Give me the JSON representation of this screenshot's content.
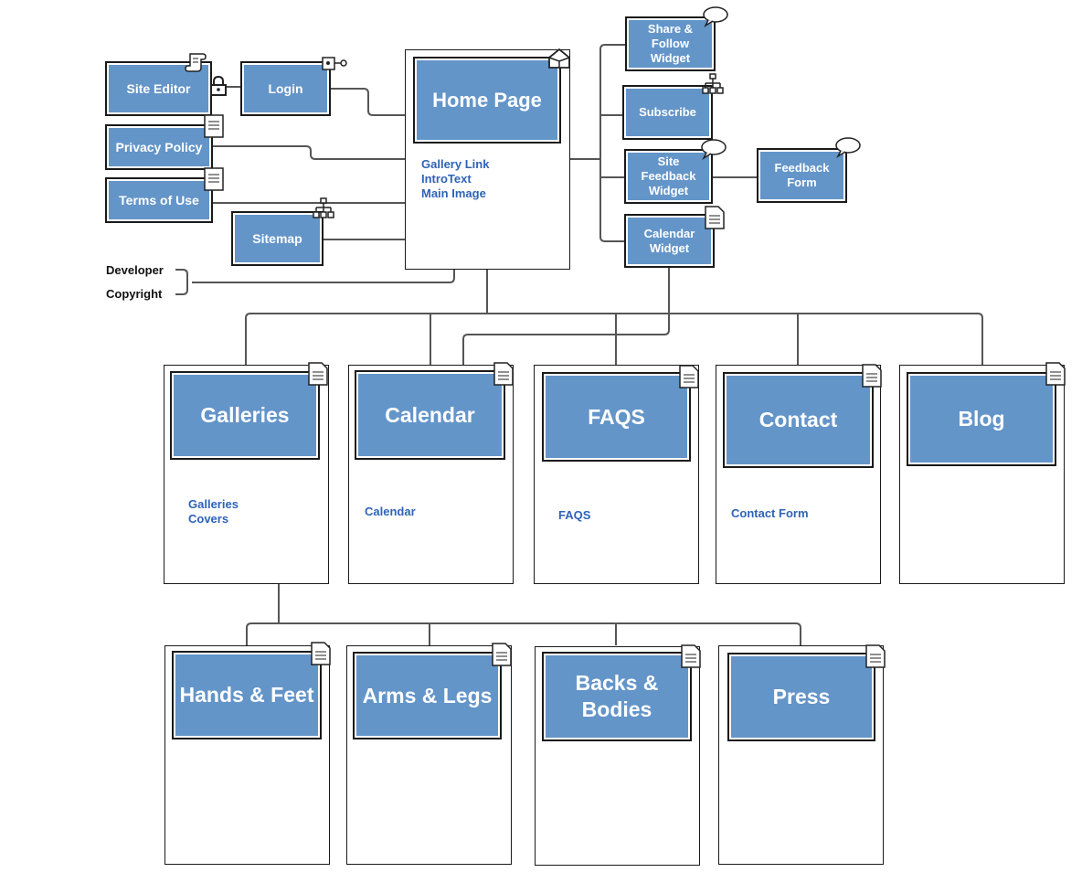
{
  "home": {
    "title": "Home Page",
    "components": "Gallery Link\nIntroText\nMain Image"
  },
  "left_nodes": {
    "site_editor": "Site Editor",
    "login": "Login",
    "privacy_policy": "Privacy Policy",
    "terms_of_use": "Terms of Use",
    "sitemap": "Sitemap"
  },
  "footer_items": {
    "developer": "Developer",
    "copyright": "Copyright"
  },
  "right_widgets": {
    "share_follow": "Share &\nFollow\nWidget",
    "subscribe": "Subscribe",
    "site_feedback": "Site\nFeedback\nWidget",
    "feedback_form": "Feedback\nForm",
    "calendar_widget": "Calendar\nWidget"
  },
  "level1": [
    {
      "title": "Galleries",
      "components": "Galleries\nCovers"
    },
    {
      "title": "Calendar",
      "components": "Calendar"
    },
    {
      "title": "FAQS",
      "components": "FAQS"
    },
    {
      "title": "Contact",
      "components": "Contact Form"
    },
    {
      "title": "Blog",
      "components": ""
    }
  ],
  "level2": [
    {
      "title": "Hands & Feet"
    },
    {
      "title": "Arms & Legs"
    },
    {
      "title": "Backs &\nBodies"
    },
    {
      "title": "Press"
    }
  ]
}
